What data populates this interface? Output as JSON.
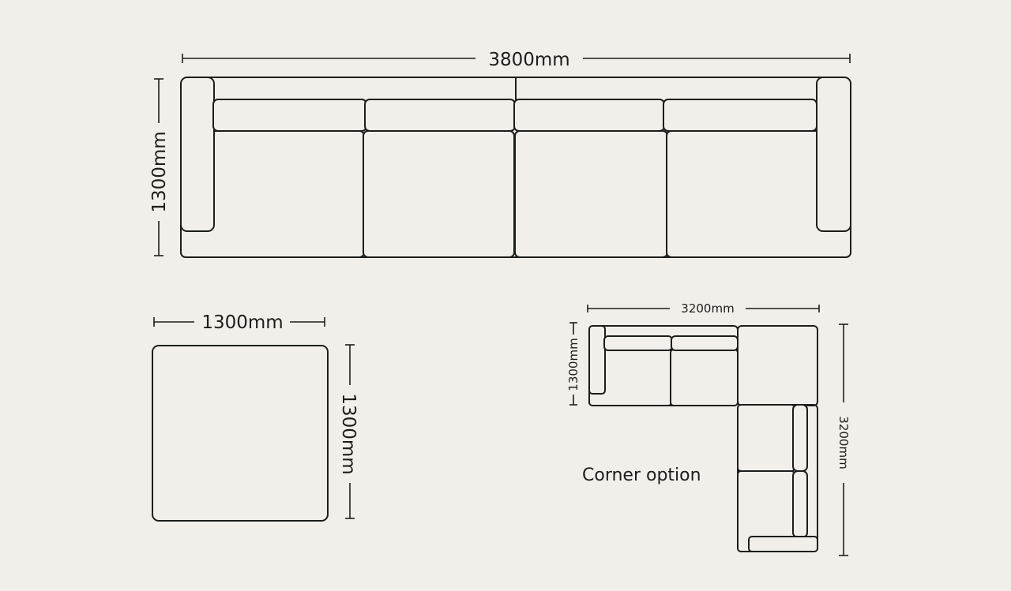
{
  "sofa": {
    "width_label": "3800mm",
    "depth_label": "1300mm"
  },
  "module": {
    "width_label": "1300mm",
    "depth_label": "1300mm"
  },
  "corner": {
    "width_label": "3200mm",
    "depth_label": "1300mm",
    "length_label": "3200mm",
    "caption": "Corner option"
  },
  "colors": {
    "background": "#f2efea",
    "line": "#1d1d1b"
  }
}
